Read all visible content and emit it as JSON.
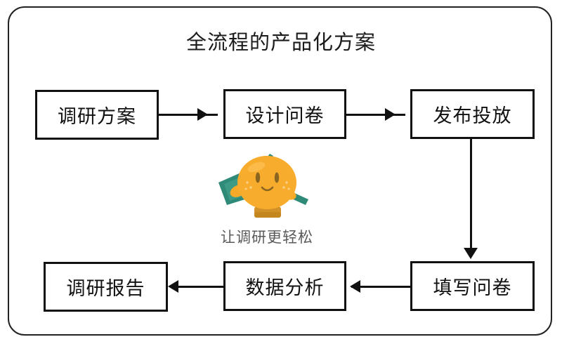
{
  "diagram": {
    "title": "全流程的产品化方案",
    "frame_color": "#222222",
    "node_border_color": "#111111",
    "nodes": [
      {
        "id": "n1",
        "label": "调研方案"
      },
      {
        "id": "n2",
        "label": "设计问卷"
      },
      {
        "id": "n3",
        "label": "发布投放"
      },
      {
        "id": "n4",
        "label": "填写问卷"
      },
      {
        "id": "n5",
        "label": "数据分析"
      },
      {
        "id": "n6",
        "label": "调研报告"
      }
    ],
    "connectors": [
      {
        "from": "n1",
        "to": "n2",
        "direction": "right"
      },
      {
        "from": "n2",
        "to": "n3",
        "direction": "right"
      },
      {
        "from": "n3",
        "to": "n4",
        "direction": "down"
      },
      {
        "from": "n4",
        "to": "n5",
        "direction": "left"
      },
      {
        "from": "n5",
        "to": "n6",
        "direction": "left"
      }
    ]
  },
  "brand": {
    "mascot_name": "orange-mascot-icon",
    "tagline": "让调研更轻松",
    "tagline_color": "#5a5a5a",
    "colors": {
      "orange_body": "#F7A928",
      "orange_shade": "#E99520",
      "teal_accent": "#2F8A77",
      "boot_amber": "#D09228",
      "face_dark": "#8A6520"
    }
  }
}
